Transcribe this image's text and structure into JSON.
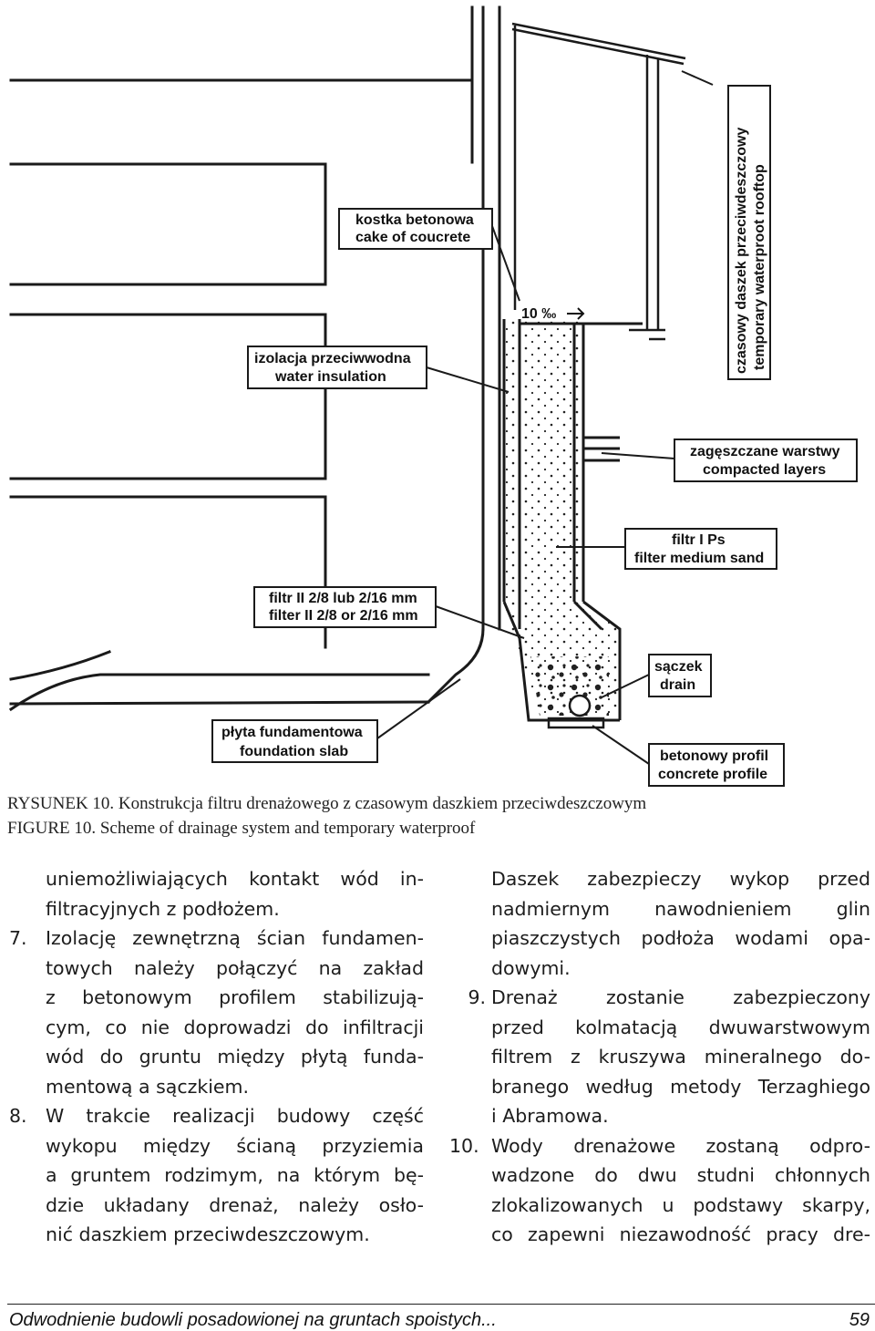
{
  "figure": {
    "slope_label": "10 ‰",
    "labels": {
      "cake_pl": "kostka betonowa",
      "cake_en": "cake of coucrete",
      "insulation_pl": "izolacja przeciwwodna",
      "insulation_en": "water insulation",
      "rooftop_pl": "czasowy daszek przeciwdeszczowy",
      "rooftop_en": "temporary waterproot rooftop",
      "compacted_pl": "zagęszczane warstwy",
      "compacted_en": "compacted layers",
      "filter1_pl": "filtr I Ps",
      "filter1_en": "filter medium sand",
      "filter2_pl": "filtr II 2/8 lub 2/16 mm",
      "filter2_en": "filter II 2/8 or 2/16 mm",
      "drain_pl": "sączek",
      "drain_en": "drain",
      "slab_pl": "płyta fundamentowa",
      "slab_en": "foundation slab",
      "profile_pl": "betonowy profil",
      "profile_en": "concrete profile"
    }
  },
  "caption": {
    "pl": "RYSUNEK 10. Konstrukcja filtru drenażowego z czasowym daszkiem przeciwdeszczowym",
    "en": "FIGURE 10. Scheme of drainage system and temporary waterproof"
  },
  "left_column": {
    "intro": [
      "uniemożliwiających kontakt wód in-",
      "filtracyjnych z podłożem."
    ],
    "item7": {
      "num": "7.",
      "lines": [
        "Izolację zewnętrzną ścian fundamen-",
        "towych należy połączyć na zakład",
        "z betonowym profilem stabilizują-",
        "cym, co nie doprowadzi do infiltracji",
        "wód do gruntu między płytą funda-",
        "mentową a sączkiem."
      ]
    },
    "item8": {
      "num": "8.",
      "lines": [
        "W trakcie realizacji budowy część",
        "wykopu między ścianą przyziemia",
        "a gruntem rodzimym, na którym bę-",
        "dzie układany drenaż, należy osło-",
        "nić daszkiem przeciwdeszczowym."
      ]
    }
  },
  "right_column": {
    "intro": [
      "Daszek zabezpieczy wykop przed",
      "nadmiernym nawodnieniem glin",
      "piaszczystych podłoża wodami opa-",
      "dowymi."
    ],
    "item9": {
      "num": "9.",
      "lines": [
        "Drenaż zostanie zabezpieczony",
        "przed kolmatacją dwuwarstwowym",
        "filtrem z kruszywa mineralnego do-",
        "branego według metody Terzaghiego",
        "i Abramowa."
      ]
    },
    "item10": {
      "num": "10.",
      "lines": [
        "Wody drenażowe zostaną odpro-",
        "wadzone do dwu studni chłonnych",
        "zlokalizowanych u podstawy skarpy,",
        "co zapewni niezawodność pracy dre-"
      ]
    }
  },
  "footer": {
    "title": "Odwodnienie budowli posadowionej na gruntach spoistych...",
    "page": "59"
  }
}
